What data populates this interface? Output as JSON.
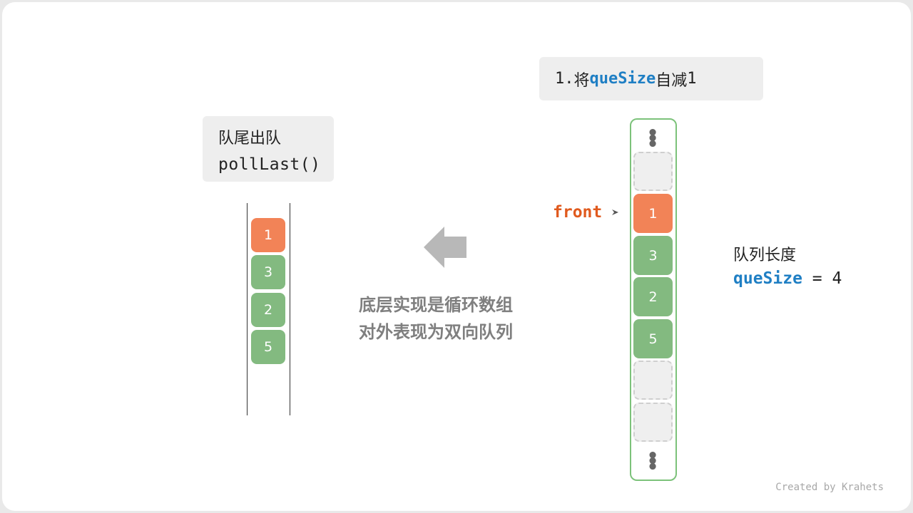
{
  "left_label": {
    "line1": "队尾出队",
    "line2": "pollLast()"
  },
  "left_queue": [
    {
      "value": "1",
      "color": "#f28357"
    },
    {
      "value": "3",
      "color": "#83ba80"
    },
    {
      "value": "2",
      "color": "#83ba80"
    },
    {
      "value": "5",
      "color": "#83ba80"
    }
  ],
  "step": {
    "prefix": "1.",
    "verb": "将",
    "keyword": "queSize",
    "action": "自减",
    "amount": "1"
  },
  "array": {
    "cells": [
      {
        "value": "",
        "empty": true
      },
      {
        "value": "1",
        "color": "#f28357"
      },
      {
        "value": "3",
        "color": "#83ba80"
      },
      {
        "value": "2",
        "color": "#83ba80"
      },
      {
        "value": "5",
        "color": "#83ba80"
      },
      {
        "value": "",
        "empty": true
      },
      {
        "value": "",
        "empty": true
      }
    ],
    "ellipsis": "⋮"
  },
  "front_label": "front",
  "size_info": {
    "title": "队列长度",
    "keyword": "queSize",
    "equals": "=",
    "value": "4"
  },
  "caption": {
    "line1": "底层实现是循环数组",
    "line2": "对外表现为双向队列"
  },
  "credit": "Created by Krahets",
  "colors": {
    "accent_blue": "#1f7fc4",
    "front_orange": "#e05a1e",
    "array_border": "#7cc27a",
    "arrow_gray": "#b8b8b8"
  }
}
